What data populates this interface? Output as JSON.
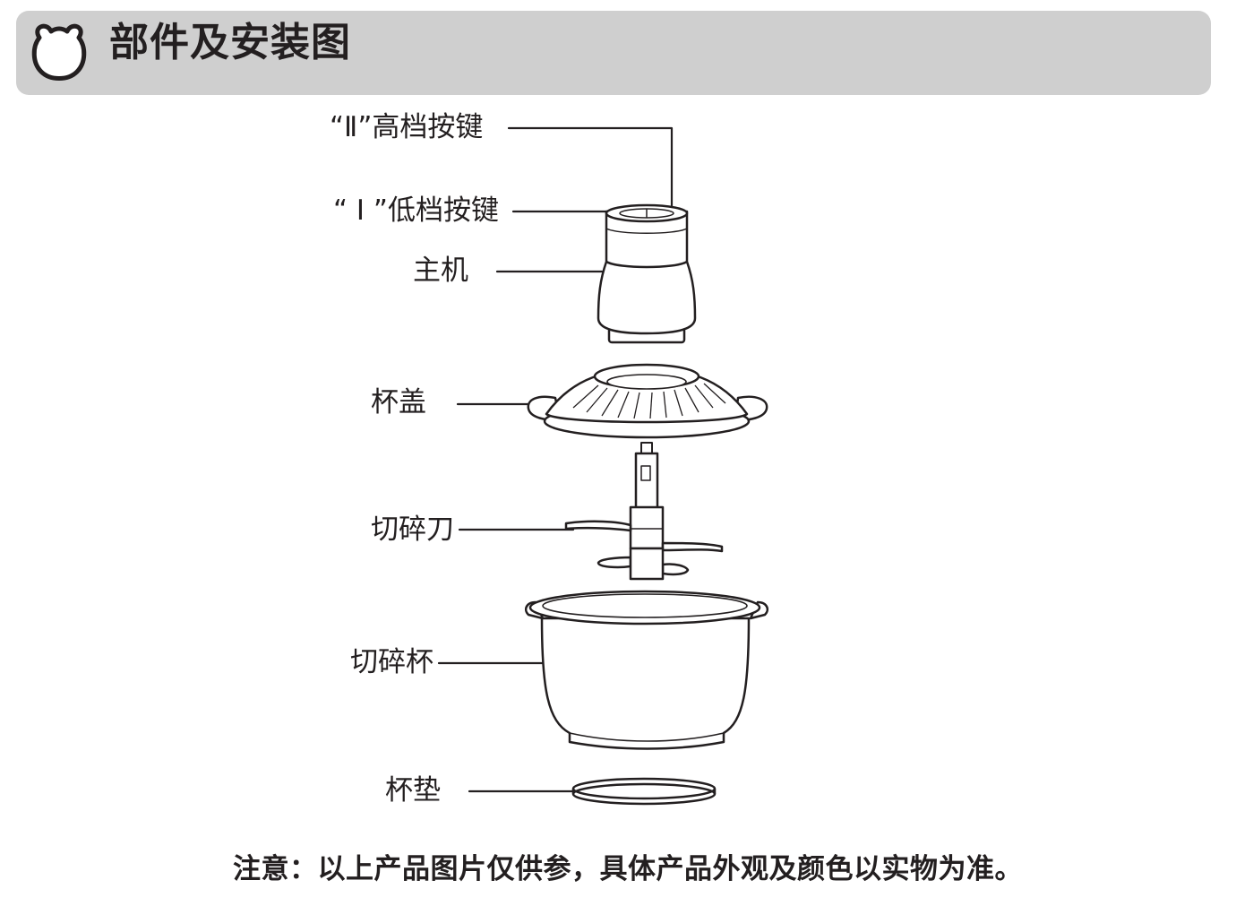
{
  "header": {
    "title": "部件及安装图",
    "icon": "bear-face-icon"
  },
  "labels": {
    "high_button": "“Ⅱ”高档按键",
    "low_button": "“ Ⅰ ”低档按键",
    "motor_unit": "主机",
    "lid": "杯盖",
    "blade": "切碎刀",
    "bowl": "切碎杯",
    "base_pad": "杯垫"
  },
  "note": "注意：以上产品图片仅供参，具体产品外观及颜色以实物为准。"
}
